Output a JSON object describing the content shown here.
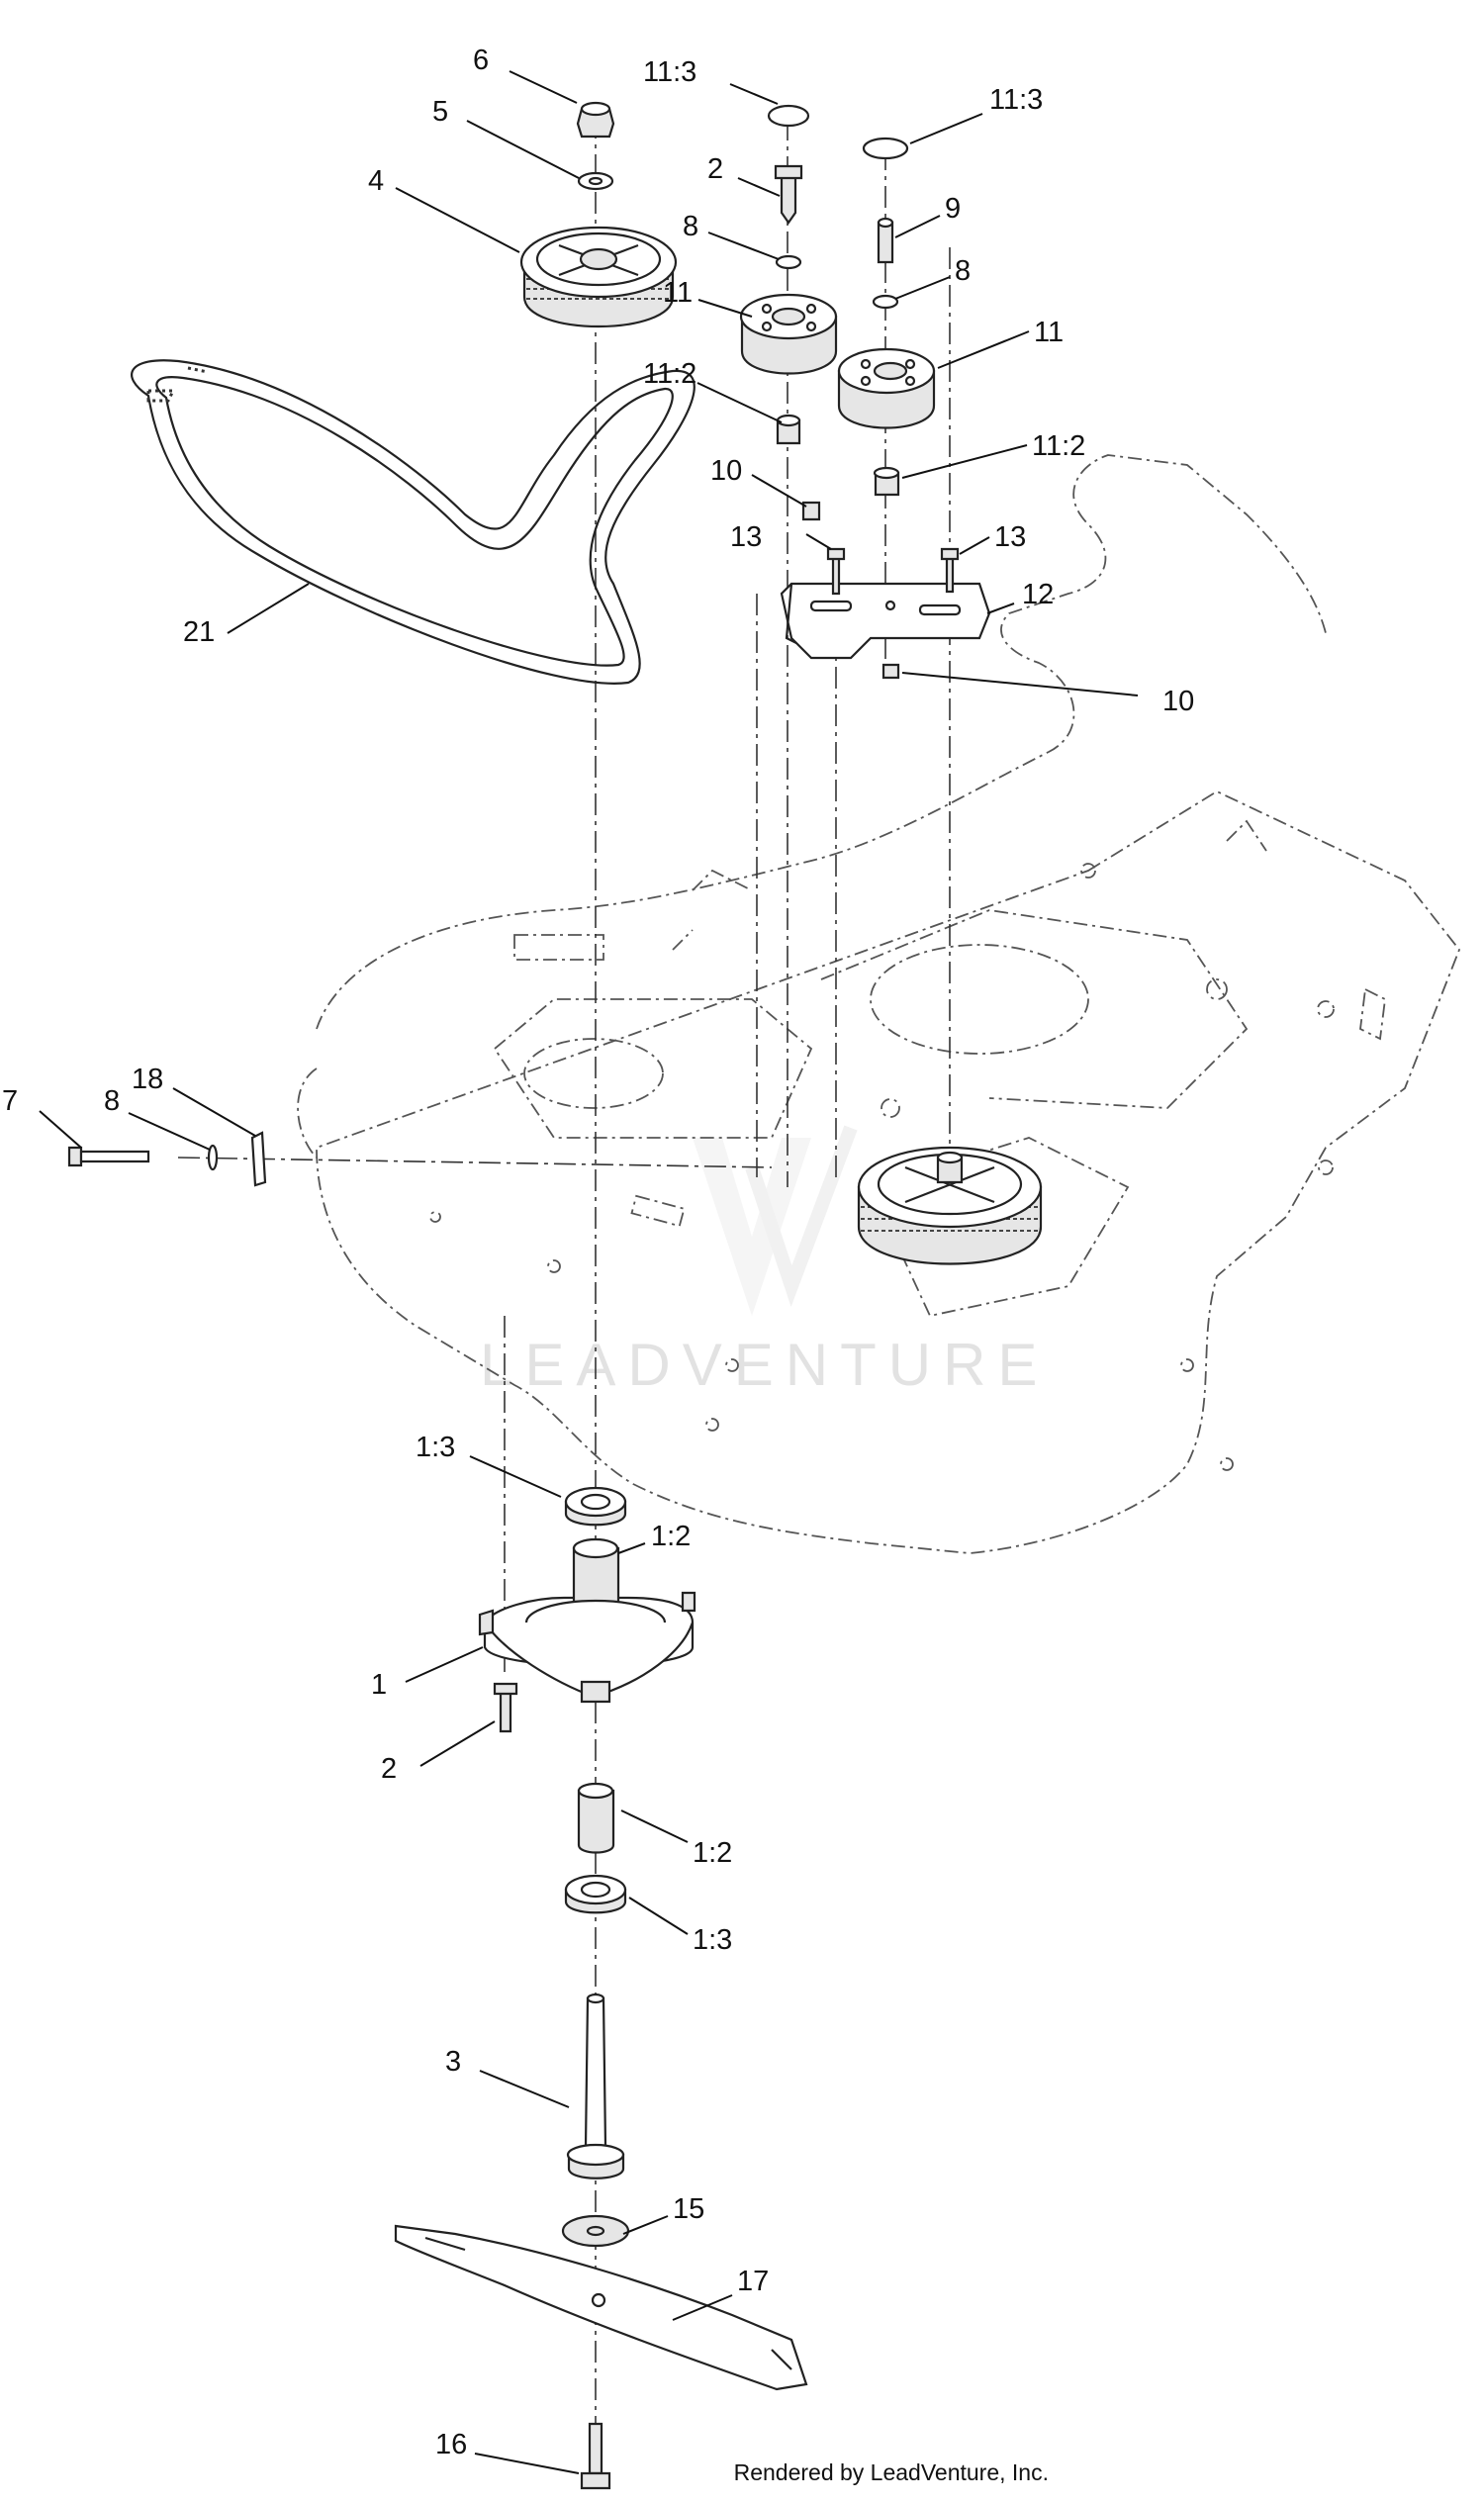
{
  "watermark": "LEADVENTURE",
  "footer": "Rendered by LeadVenture, Inc.",
  "callouts": [
    {
      "id": "c-6",
      "label": "6"
    },
    {
      "id": "c-5",
      "label": "5"
    },
    {
      "id": "c-4",
      "label": "4"
    },
    {
      "id": "c-11-3a",
      "label": "11:3"
    },
    {
      "id": "c-11-3b",
      "label": "11:3"
    },
    {
      "id": "c-2a",
      "label": "2"
    },
    {
      "id": "c-8a",
      "label": "8"
    },
    {
      "id": "c-9",
      "label": "9"
    },
    {
      "id": "c-8b",
      "label": "8"
    },
    {
      "id": "c-11a",
      "label": "11"
    },
    {
      "id": "c-11b",
      "label": "11"
    },
    {
      "id": "c-11-2a",
      "label": "11:2"
    },
    {
      "id": "c-11-2b",
      "label": "11:2"
    },
    {
      "id": "c-10a",
      "label": "10"
    },
    {
      "id": "c-13a",
      "label": "13"
    },
    {
      "id": "c-13b",
      "label": "13"
    },
    {
      "id": "c-12",
      "label": "12"
    },
    {
      "id": "c-10b",
      "label": "10"
    },
    {
      "id": "c-21",
      "label": "21"
    },
    {
      "id": "c-7",
      "label": "7"
    },
    {
      "id": "c-8c",
      "label": "8"
    },
    {
      "id": "c-18",
      "label": "18"
    },
    {
      "id": "c-1-3a",
      "label": "1:3"
    },
    {
      "id": "c-1-2a",
      "label": "1:2"
    },
    {
      "id": "c-1",
      "label": "1"
    },
    {
      "id": "c-2b",
      "label": "2"
    },
    {
      "id": "c-1-2b",
      "label": "1:2"
    },
    {
      "id": "c-1-3b",
      "label": "1:3"
    },
    {
      "id": "c-3",
      "label": "3"
    },
    {
      "id": "c-15",
      "label": "15"
    },
    {
      "id": "c-17",
      "label": "17"
    },
    {
      "id": "c-16",
      "label": "16"
    }
  ]
}
